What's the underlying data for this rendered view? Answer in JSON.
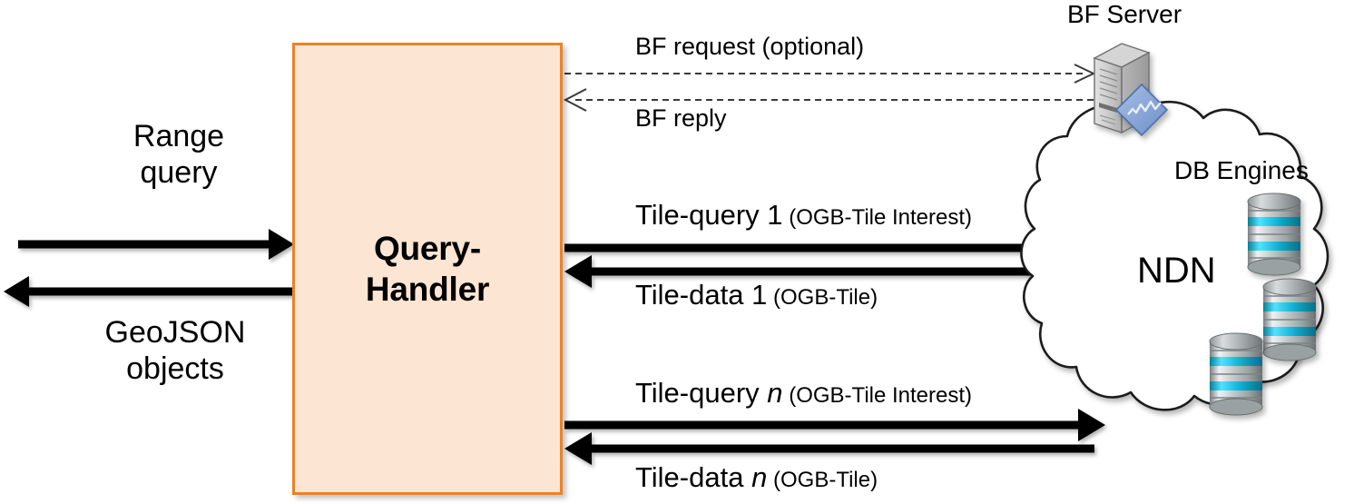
{
  "diagram": {
    "title_elements": {
      "query_handler": "Query-\nHandler",
      "bf_server": "BF Server",
      "db_engines": "DB Engines",
      "ndn": "NDN"
    },
    "left_flows": {
      "inbound_label": "Range\nquery",
      "outbound_label": "GeoJSON\nobjects"
    },
    "bf_flows": [
      {
        "label": "BF request (optional)",
        "style": "dashed",
        "direction": "right"
      },
      {
        "label": "BF reply",
        "style": "dashed",
        "direction": "left"
      }
    ],
    "tile_flows": [
      {
        "name": "Tile-query 1",
        "index": "1",
        "index_italic": false,
        "protocol": "(OGB-Tile Interest)",
        "direction": "right"
      },
      {
        "name": "Tile-data 1",
        "index": "1",
        "index_italic": false,
        "protocol": "(OGB-Tile)",
        "direction": "left"
      },
      {
        "name": "Tile-query n",
        "index": "n",
        "index_italic": true,
        "protocol": "(OGB-Tile Interest)",
        "direction": "right"
      },
      {
        "name": "Tile-data n",
        "index": "n",
        "index_italic": true,
        "protocol": "(OGB-Tile)",
        "direction": "left"
      }
    ],
    "tile_text": {
      "q1_main": "Tile-query ",
      "q1_idx": "1",
      "q1_proto": " (OGB-Tile Interest)",
      "d1_main": "Tile-data ",
      "d1_idx": "1",
      "d1_proto": " (OGB-Tile)",
      "qn_main": "Tile-query ",
      "qn_idx": "n",
      "qn_proto": " (OGB-Tile Interest)",
      "dn_main": "Tile-data ",
      "dn_idx": "n",
      "dn_proto": " (OGB-Tile)"
    },
    "icons": {
      "server": "server-tower-icon",
      "server_badge": "blue-diamond-badge-icon",
      "database_1": "database-cylinder-icon",
      "database_2": "database-cylinder-icon",
      "database_3": "database-cylinder-icon",
      "cloud": "cloud-shape-icon"
    },
    "colors": {
      "box_fill": "#FCE5D3",
      "box_border": "#E8832A",
      "arrow": "#000000",
      "db_band": "#18BCE0",
      "db_band_dark": "#0A7E96",
      "server_body": "#C9C9C9",
      "badge": "#7E9BD0",
      "cloud_stroke": "#1A1A1A"
    }
  }
}
